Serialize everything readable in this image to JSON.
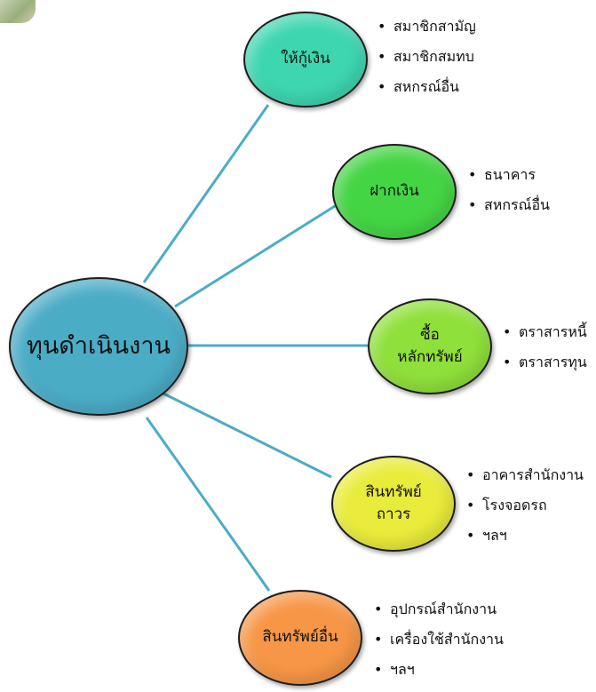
{
  "center": {
    "label": "ทุนดำเนินงาน",
    "color": "#4bacc6"
  },
  "connector_color": "#4bacc6",
  "branches": [
    {
      "label": "ให้กู้เงิน",
      "color": "#3dd6b0",
      "items": [
        "สมาชิกสามัญ",
        "สมาชิกสมทบ",
        "สหกรณ์อื่น"
      ]
    },
    {
      "label": "ฝากเงิน",
      "color": "#44d544",
      "items": [
        "ธนาคาร",
        "สหกรณ์อื่น"
      ]
    },
    {
      "label": "ซื้อ\nหลักทรัพย์",
      "color": "#8fe03a",
      "items": [
        "ตราสารหนี้",
        "ตราสารทุน"
      ]
    },
    {
      "label": "สินทรัพย์\nถาวร",
      "color": "#e9ec3a",
      "items": [
        "อาคารสำนักงาน",
        "โรงจอดรถ",
        "ฯลฯ"
      ]
    },
    {
      "label": "สินทรัพย์อื่น",
      "color": "#f79646",
      "items": [
        "อุปกรณ์สำนักงาน",
        "เครื่องใช้สำนักงาน",
        "ฯลฯ"
      ]
    }
  ]
}
